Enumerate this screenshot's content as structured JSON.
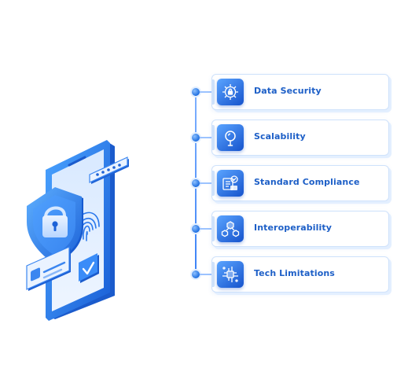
{
  "features": [
    {
      "label": "Data Security",
      "icon": "security-gear-icon"
    },
    {
      "label": "Scalability",
      "icon": "magnifier-icon"
    },
    {
      "label": "Standard Compliance",
      "icon": "compliance-document-icon"
    },
    {
      "label": "Interoperability",
      "icon": "connected-cubes-icon"
    },
    {
      "label": "Tech Limitations",
      "icon": "circuit-chip-icon"
    }
  ],
  "colors": {
    "accent": "#1d5fc7",
    "icon_gradient_start": "#5aa4ff",
    "icon_gradient_end": "#1653cc",
    "card_border": "#cfe2fb",
    "timeline": "#3b82f6"
  },
  "illustration": {
    "icons": [
      "phone-icon",
      "shield-lock-icon",
      "fingerprint-icon",
      "password-field-icon",
      "id-card-icon",
      "checkbox-icon"
    ]
  }
}
